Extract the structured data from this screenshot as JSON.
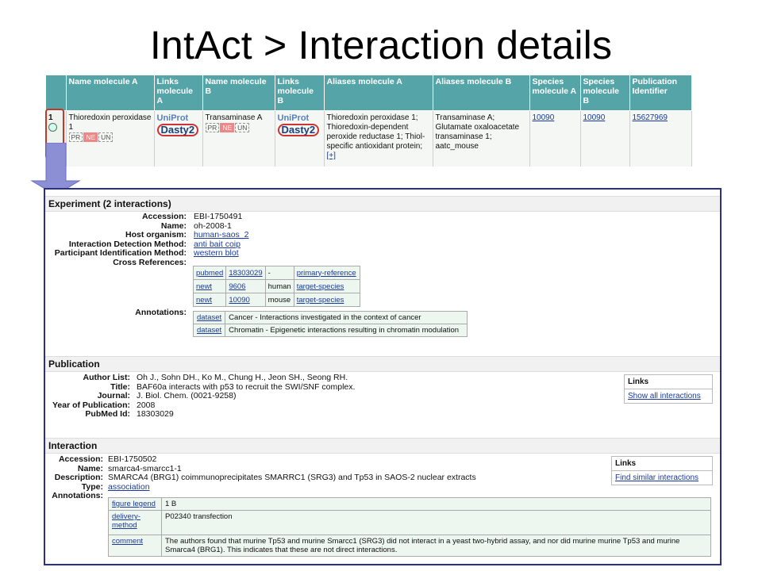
{
  "slide_title": "IntAct > Interaction details",
  "results_table": {
    "headers": [
      "",
      "Name molecule A",
      "Links molecule A",
      "Name molecule B",
      "Links molecule B",
      "Aliases molecule A",
      "Aliases molecule B",
      "Species molecule A",
      "Species molecule B",
      "Publication Identifier"
    ],
    "row": {
      "index": "1",
      "name_a": "Thioredoxin peroxidase 1",
      "tags_a": [
        "PR",
        "NE",
        "UN"
      ],
      "uniprot_label": "UniProt",
      "dasty_label": "Dasty2",
      "name_b": "Transaminase A",
      "tags_b": [
        "PR",
        "NE",
        "UN"
      ],
      "aliases_a": "Thioredoxin peroxidase 1; Thioredoxin-dependent peroxide reductase 1; Thiol-specific antioxidant protein;",
      "aliases_a_more": "[+]",
      "aliases_b": "Transaminase A; Glutamate oxaloacetate transaminase 1; aatc_mouse",
      "species_a": "10090",
      "species_b": "10090",
      "publication": "15627969"
    }
  },
  "experiment": {
    "heading": "Experiment (2 interactions)",
    "fields": [
      {
        "label": "Accession:",
        "value": "EBI-1750491",
        "link": false
      },
      {
        "label": "Name:",
        "value": "oh-2008-1",
        "link": false
      },
      {
        "label": "Host organism:",
        "value": "human-saos_2",
        "link": true
      },
      {
        "label": "Interaction Detection Method:",
        "value": "anti bait coip",
        "link": true
      },
      {
        "label": "Participant Identification Method:",
        "value": "western blot",
        "link": true
      }
    ],
    "xref_label": "Cross References:",
    "xrefs": [
      [
        "pubmed",
        "18303029",
        "-",
        "primary-reference"
      ],
      [
        "newt",
        "9606",
        "human",
        "target-species"
      ],
      [
        "newt",
        "10090",
        "mouse",
        "target-species"
      ]
    ],
    "annotations_label": "Annotations:",
    "annotations": [
      [
        "dataset",
        "Cancer - Interactions investigated in the context of cancer"
      ],
      [
        "dataset",
        "Chromatin - Epigenetic interactions resulting in chromatin modulation"
      ]
    ]
  },
  "publication": {
    "heading": "Publication",
    "fields": [
      {
        "label": "Author List:",
        "value": "Oh J., Sohn DH., Ko M., Chung H., Jeon SH., Seong RH."
      },
      {
        "label": "Title:",
        "value": "BAF60a interacts with p53 to recruit the SWI/SNF complex."
      },
      {
        "label": "Journal:",
        "value": "J. Biol. Chem. (0021-9258)"
      },
      {
        "label": "Year of Publication:",
        "value": "2008"
      },
      {
        "label": "PubMed Id:",
        "value": "18303029"
      }
    ],
    "links_heading": "Links",
    "links_item": "Show all interactions"
  },
  "interaction": {
    "heading": "Interaction",
    "fields": [
      {
        "label": "Accession:",
        "value": "EBI-1750502",
        "link": false
      },
      {
        "label": "Name:",
        "value": "smarca4-smarcc1-1",
        "link": false
      },
      {
        "label": "Description:",
        "value": "SMARCA4 (BRG1) coimmunoprecipitates SMARRC1 (SRG3) and Tp53 in SAOS-2 nuclear extracts",
        "link": false
      },
      {
        "label": "Type:",
        "value": "association",
        "link": true
      }
    ],
    "annotations_label": "Annotations:",
    "annotations": [
      [
        "figure legend",
        "1 B"
      ],
      [
        "delivery-method",
        "P02340 transfection"
      ],
      [
        "comment",
        "The authors found that murine Tp53 and murine Smarcc1 (SRG3) did not interact in a yeast two-hybrid assay, and nor did murine murine Tp53 and murine Smarca4 (BRG1). This indicates that these are not direct interactions."
      ]
    ],
    "links_heading": "Links",
    "links_item": "Find similar interactions"
  },
  "colors": {
    "table_header": "#55a5a8",
    "panel_border": "#2b2f8a",
    "highlight": "#c0392b",
    "arrow": "#8c8fd4"
  }
}
